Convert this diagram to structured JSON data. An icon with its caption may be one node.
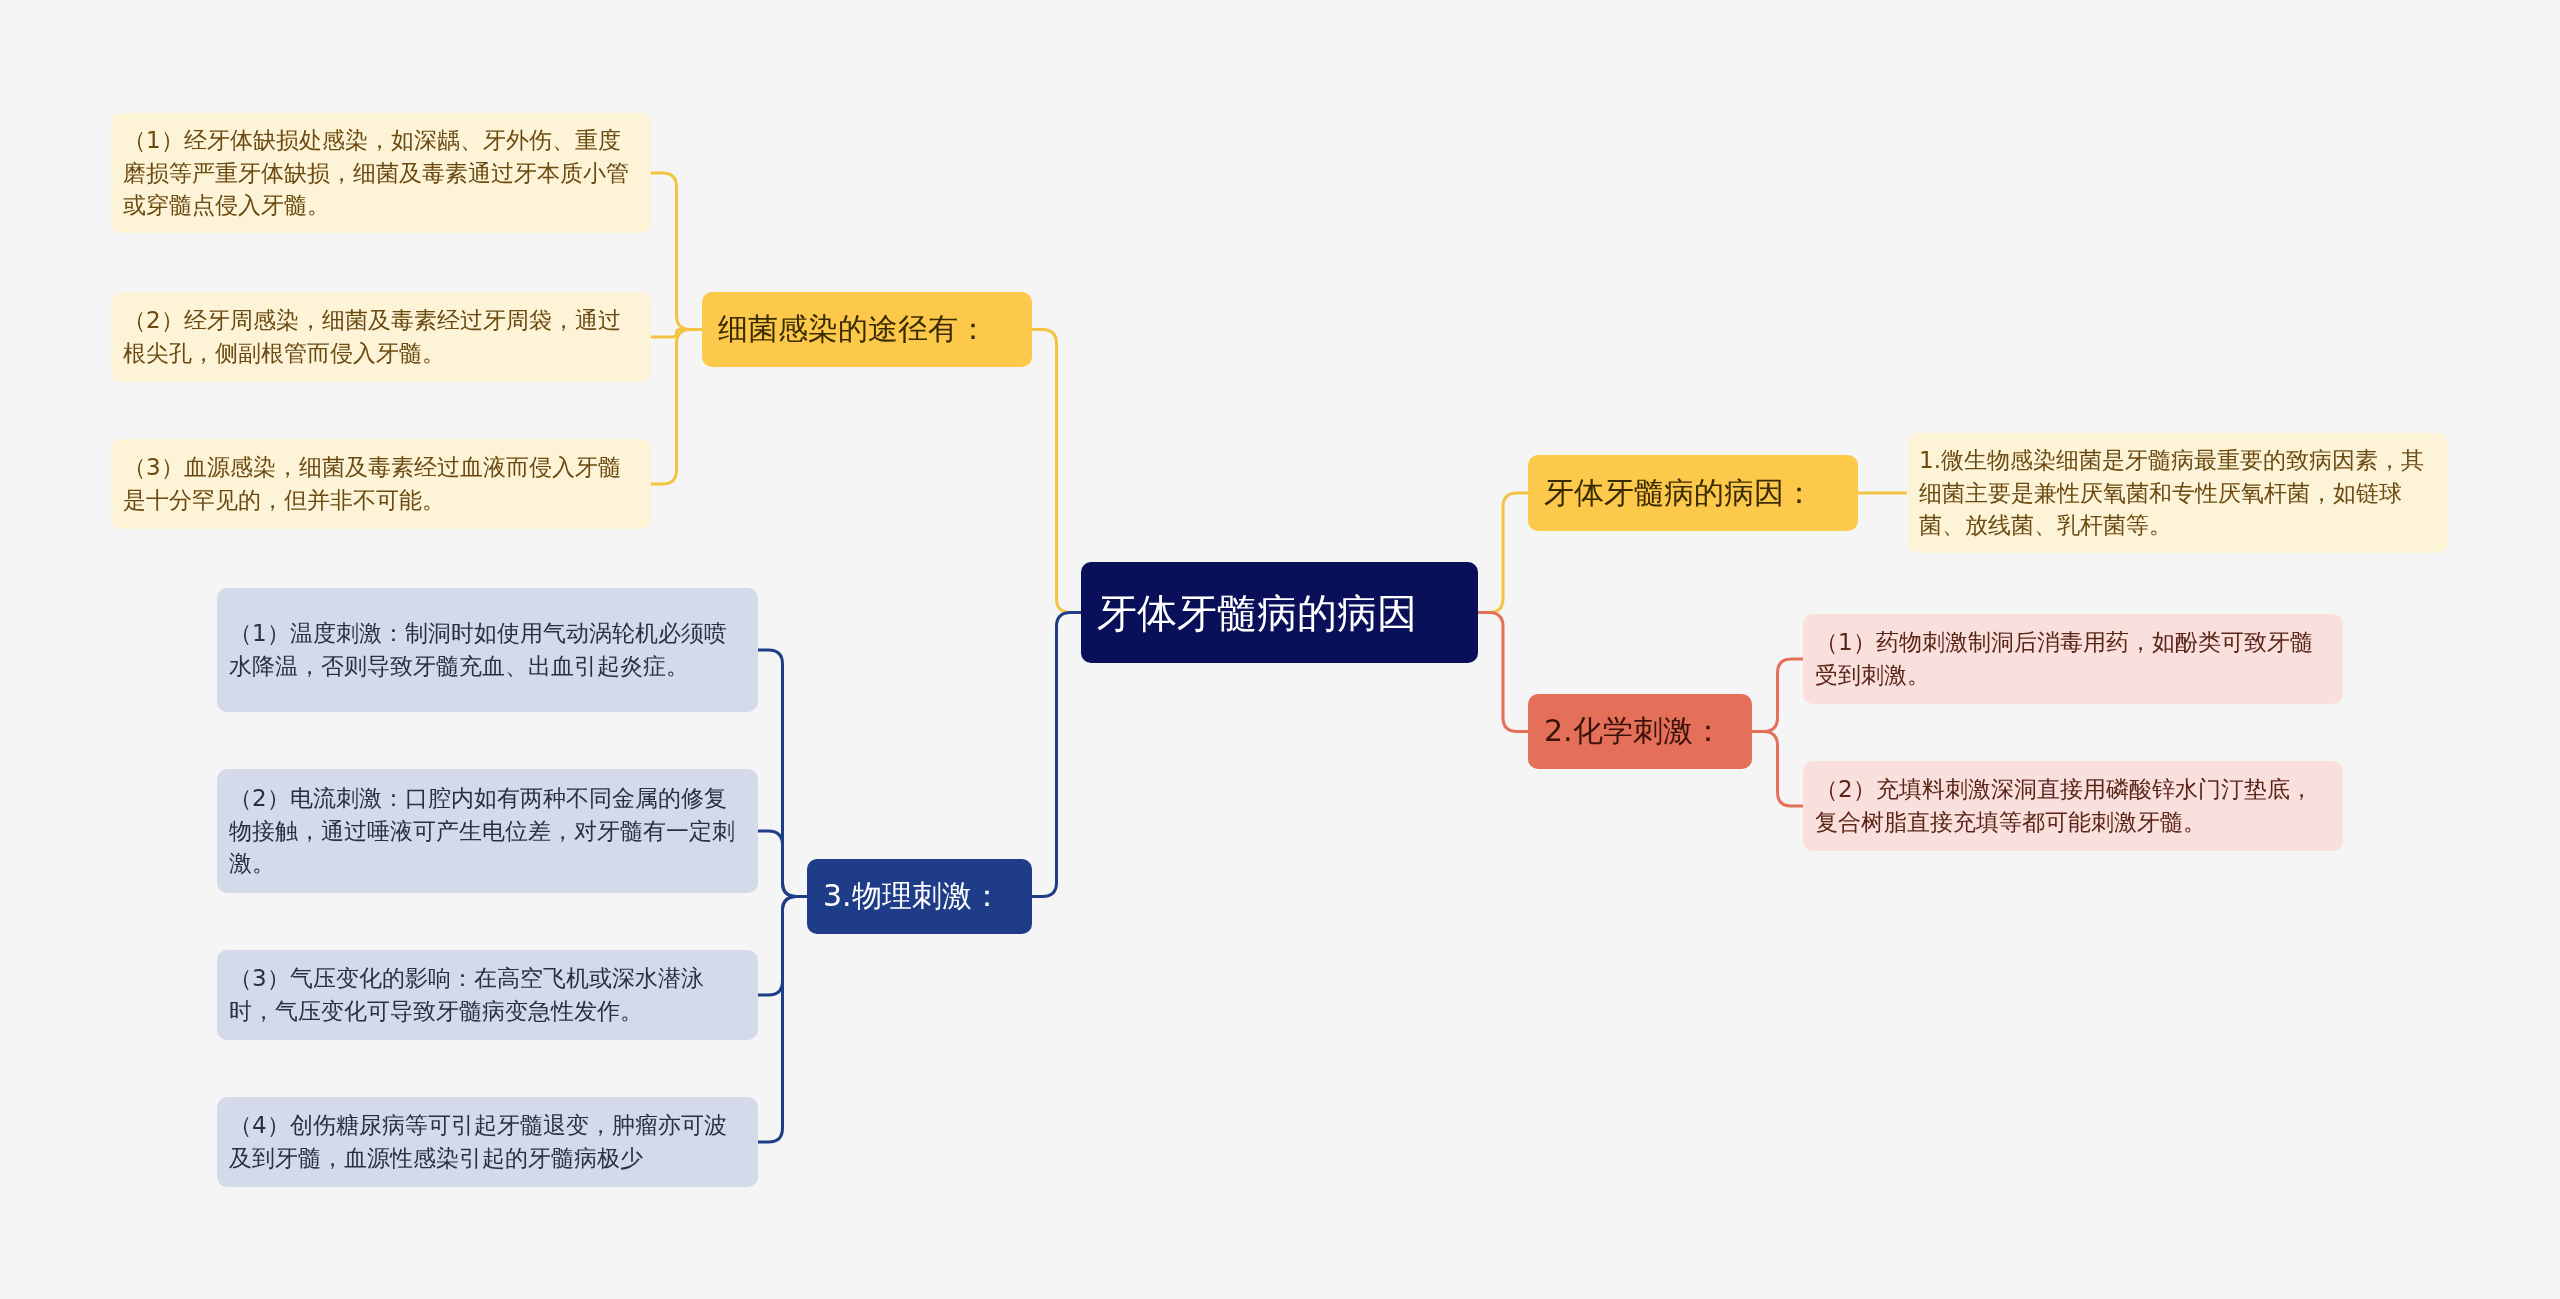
{
  "diagram": {
    "nodes": [
      {
        "text": [
          "牙体牙髓病的病因"
        ]
      },
      {
        "text": [
          "细菌感染的途径有："
        ]
      },
      {
        "text": [
          "（1）经牙体缺损处感染，如深龋、牙外伤、重度磨损等严重牙体缺损，细菌及毒素通过牙本质小管或穿髓点侵入牙髓。"
        ]
      },
      {
        "text": [
          "（2）经牙周感染，细菌及毒素经过牙周袋，通过根尖孔，侧副根管而侵入牙髓。"
        ]
      },
      {
        "text": [
          "（3）血源感染，细菌及毒素经过血液而侵入牙髓是十分罕见的，但并非不可能。"
        ]
      },
      {
        "text": [
          "3.物理刺激："
        ]
      },
      {
        "text": [
          "（1）温度刺激：制洞时如使用气动涡轮机必须喷水降温，否则导致牙髓充血、出血引起炎症。"
        ]
      },
      {
        "text": [
          "（2）电流刺激：口腔内如有两种不同金属的修复物接触，通过唾液可产生电位差，对牙髓有一定刺激。"
        ]
      },
      {
        "text": [
          "（3）气压变化的影响：在高空飞机或深水潜泳时，气压变化可导致牙髓病变急性发作。"
        ]
      },
      {
        "text": [
          "（4）创伤糖尿病等可引起牙髓退变，肿瘤亦可波及到牙髓，血源性感染引起的牙髓病极少"
        ]
      },
      {
        "text": [
          "牙体牙髓病的病因："
        ]
      },
      {
        "text": [
          "1.微生物感染细菌是牙髓病最重要的致病因素，其细菌主要是兼性厌氧菌和专性厌氧杆菌，如链球菌、放线菌、乳杆菌等。"
        ]
      },
      {
        "text": [
          "2.化学刺激："
        ]
      },
      {
        "text": [
          "（1）药物刺激制洞后消毒用药，如酚类可致牙髓受到刺激。"
        ]
      },
      {
        "text": [
          "（2）充填料刺激深洞直接用磷酸锌水门汀垫底，复合树脂直接充填等都可能刺激牙髓。"
        ]
      }
    ],
    "edges": [
      {
        "from": 0,
        "to": 1,
        "arrow": "none"
      },
      {
        "from": 1,
        "to": 2,
        "arrow": "none"
      },
      {
        "from": 1,
        "to": 3,
        "arrow": "none"
      },
      {
        "from": 1,
        "to": 4,
        "arrow": "none"
      },
      {
        "from": 0,
        "to": 5,
        "arrow": "none",
        "color": "#1f3c88"
      },
      {
        "from": 5,
        "to": 6,
        "arrow": "none",
        "color": "#1f3c88"
      },
      {
        "from": 5,
        "to": 7,
        "arrow": "none",
        "color": "#1f3c88"
      },
      {
        "from": 5,
        "to": 8,
        "arrow": "none",
        "color": "#1f3c88"
      },
      {
        "from": 5,
        "to": 9,
        "arrow": "none",
        "color": "#1f3c88"
      },
      {
        "from": 0,
        "to": 10,
        "arrow": "none"
      },
      {
        "from": 10,
        "to": 11,
        "arrow": "none"
      },
      {
        "from": 0,
        "to": 12,
        "arrow": "none",
        "color": "#e4705a"
      },
      {
        "from": 12,
        "to": 13,
        "arrow": "none",
        "color": "#e4705a"
      },
      {
        "from": 12,
        "to": 14,
        "arrow": "none",
        "color": "#e4705a"
      }
    ]
  }
}
